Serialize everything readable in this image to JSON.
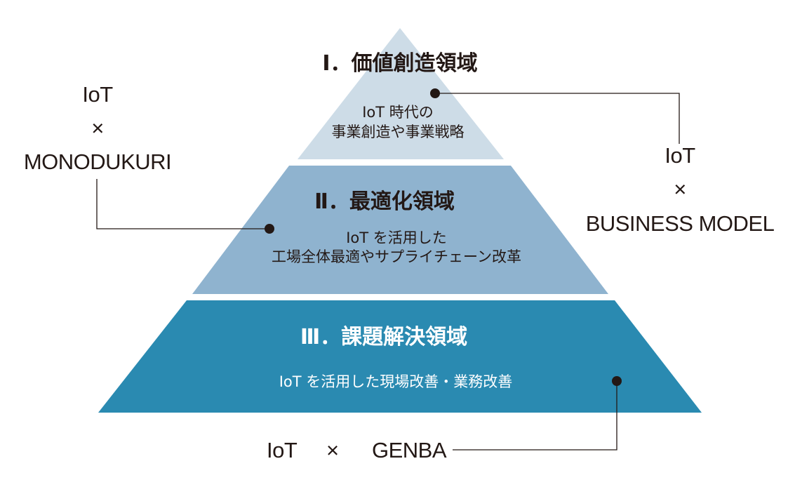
{
  "tiers": [
    {
      "title": "Ⅰ．価値創造領域",
      "desc_line1": "IoT 時代の",
      "desc_line2": "事業創造や事業戦略",
      "fill": "#cddce7",
      "text_color": "#231815"
    },
    {
      "title": "Ⅱ．最適化領域",
      "desc_line1": "IoT を活用した",
      "desc_line2": "工場全体最適やサプライチェーン改革",
      "fill": "#8fb3cf",
      "text_color": "#231815"
    },
    {
      "title": "Ⅲ．課題解決領域",
      "desc_line1": "IoT を活用した現場改善・業務改善",
      "fill": "#2a8ab1",
      "text_color": "#ffffff"
    }
  ],
  "callouts": {
    "left": {
      "line1": "IoT",
      "line2": "×",
      "line3": "MONODUKURI"
    },
    "right": {
      "line1": "IoT",
      "line2": "×",
      "line3": "BUSINESS MODEL"
    },
    "bottom": {
      "part1": "IoT",
      "part2": "×",
      "part3": "GENBA"
    }
  },
  "colors": {
    "connector": "#231815",
    "dot": "#231815"
  }
}
